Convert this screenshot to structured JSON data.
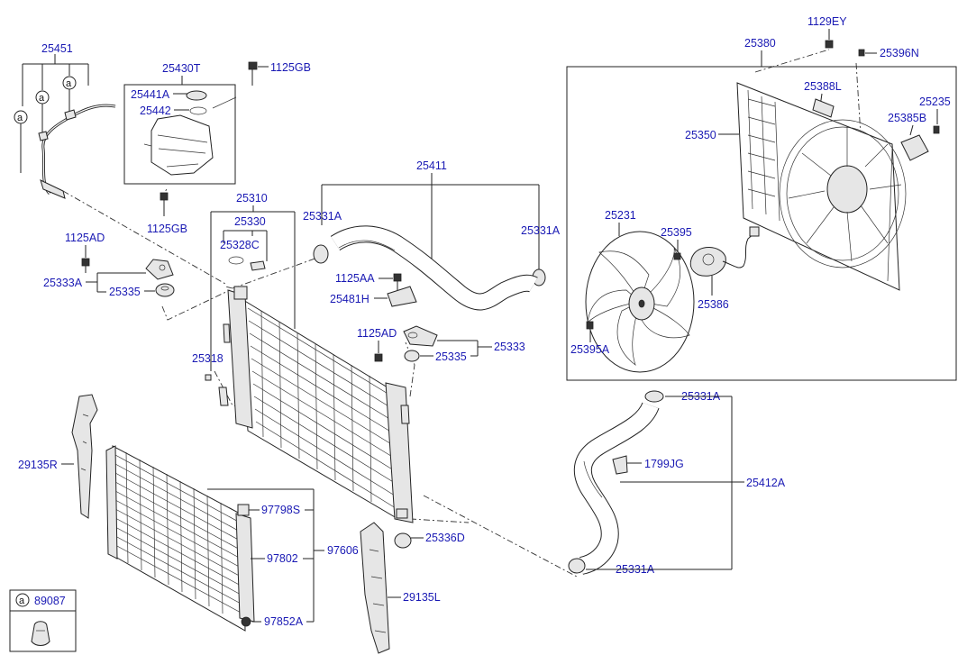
{
  "labels": {
    "hose_assy_reservoir": "25451",
    "clip_a_1": "a",
    "clip_a_2": "a",
    "clip_a_3": "a",
    "reservoir": "25430T",
    "bolt_res_top": "1125GB",
    "cap_reservoir": "25441A",
    "oring_cap": "25442",
    "bolt_res_bottom": "1125GB",
    "radiator_assy": "25310",
    "rad_cap_assy": "25330",
    "rad_cap_seal": "25328C",
    "drain_plug": "25318",
    "bolt_left_bracket": "1125AD",
    "bracket_left": "25333A",
    "insulator_left": "25335",
    "upper_hose": "25411",
    "clamp_upper_left": "25331A",
    "clamp_upper_right": "25331A",
    "bolt_hose_bracket": "1125AA",
    "hose_bracket": "25481H",
    "bolt_right_bracket": "1125AD",
    "bracket_right": "25333",
    "insulator_right": "25335",
    "fan_shroud_assy": "25380",
    "bolt_shroud_1": "1129EY",
    "nut_shroud": "25396N",
    "shroud": "25350",
    "resistor": "25388L",
    "connector": "25235",
    "connector_bracket": "25385B",
    "fan": "25231",
    "screw_motor": "25395",
    "motor": "25386",
    "screw_fan": "25395A",
    "clamp_lower_top": "25331A",
    "bracket_lower_hose": "1799JG",
    "lower_hose": "25412A",
    "clamp_lower_bottom": "25331A",
    "mount_insulator_lower": "25336D",
    "air_guard_right": "29135R",
    "air_guard_left": "29135L",
    "condenser_assy": "97606",
    "receiver_dryer": "97798S",
    "condenser_core": "97802",
    "plug_condenser": "97852A",
    "legend_letter": "a",
    "legend_part": "89087"
  },
  "colors": {
    "label_blue": "#1a1ab4",
    "line": "#222222",
    "background": "#ffffff"
  }
}
